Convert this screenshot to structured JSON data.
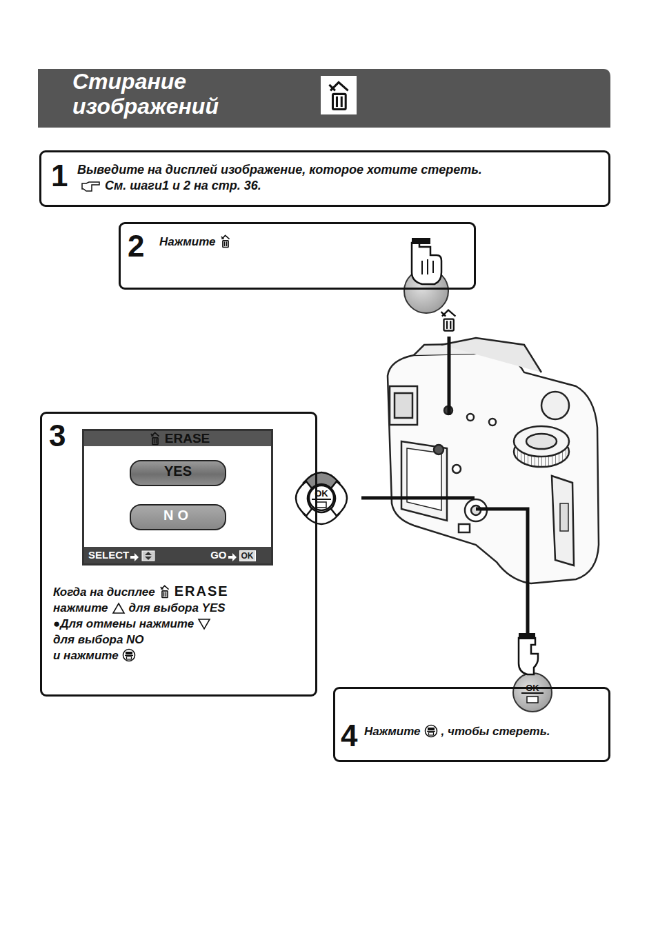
{
  "diagram": {
    "title": "Стирание изображений",
    "nodes": [
      {
        "text": [
          "1",
          "Выведите на дисплей изображение, которое хотите стереть.",
          "См. шаги1 и 2 на стр. 36."
        ]
      },
      {
        "text": [
          "2",
          "Нажмите"
        ]
      },
      {
        "text": [
          "3",
          "Когда на дисплее",
          "ERASE",
          "нажмите",
          "для выбора YES",
          "●Для отмены нажмите",
          "для выбора NO",
          "и нажмите"
        ]
      },
      {
        "text": [
          "ERASE",
          "SELECT",
          "GO",
          "OK"
        ],
        "in": 2
      },
      {
        "text": [
          "YES"
        ],
        "in": 3
      },
      {
        "text": [
          "NO"
        ],
        "in": 3
      },
      {
        "text": [
          "4",
          "Нажмите",
          ", чтобы стереть."
        ]
      }
    ],
    "labels": [
      "OK",
      "OK"
    ]
  }
}
